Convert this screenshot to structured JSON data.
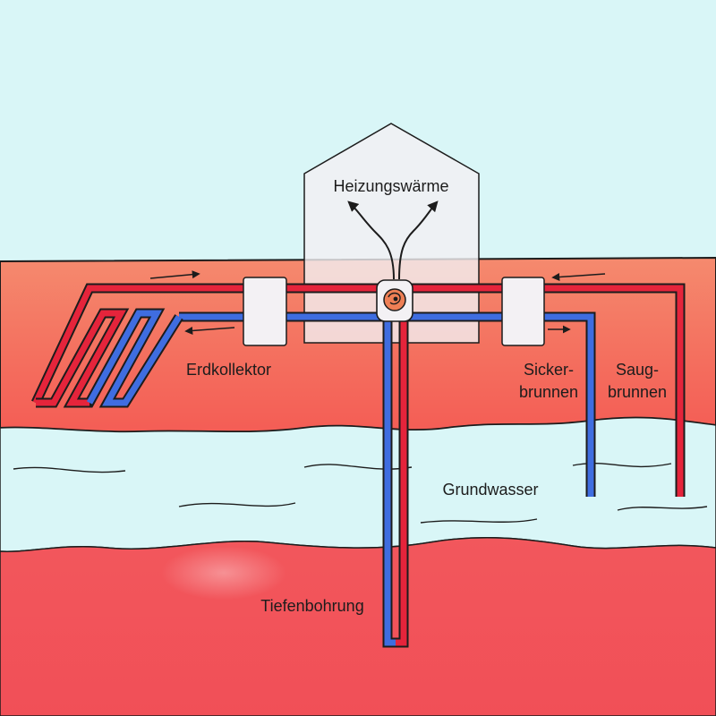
{
  "labels": {
    "heating": "Heizungswärme",
    "collector": "Erdkollektor",
    "seepage_line1": "Sicker-",
    "seepage_line2": "brunnen",
    "suction_line1": "Saug-",
    "suction_line2": "brunnen",
    "groundwater": "Grundwasser",
    "borehole": "Tiefenbohrung"
  },
  "colors": {
    "sky": "#d9f6f7",
    "soil_top": "#f58a6e",
    "soil_mid": "#f45d55",
    "soil_deep": "#f2555b",
    "groundwater": "#d9f6f7",
    "warm_pipe": "#e5243b",
    "cold_pipe": "#3f6de0",
    "pipe_outline": "#1c1c1c",
    "house": "#f3f0f2",
    "box": "#f3f1f4"
  }
}
